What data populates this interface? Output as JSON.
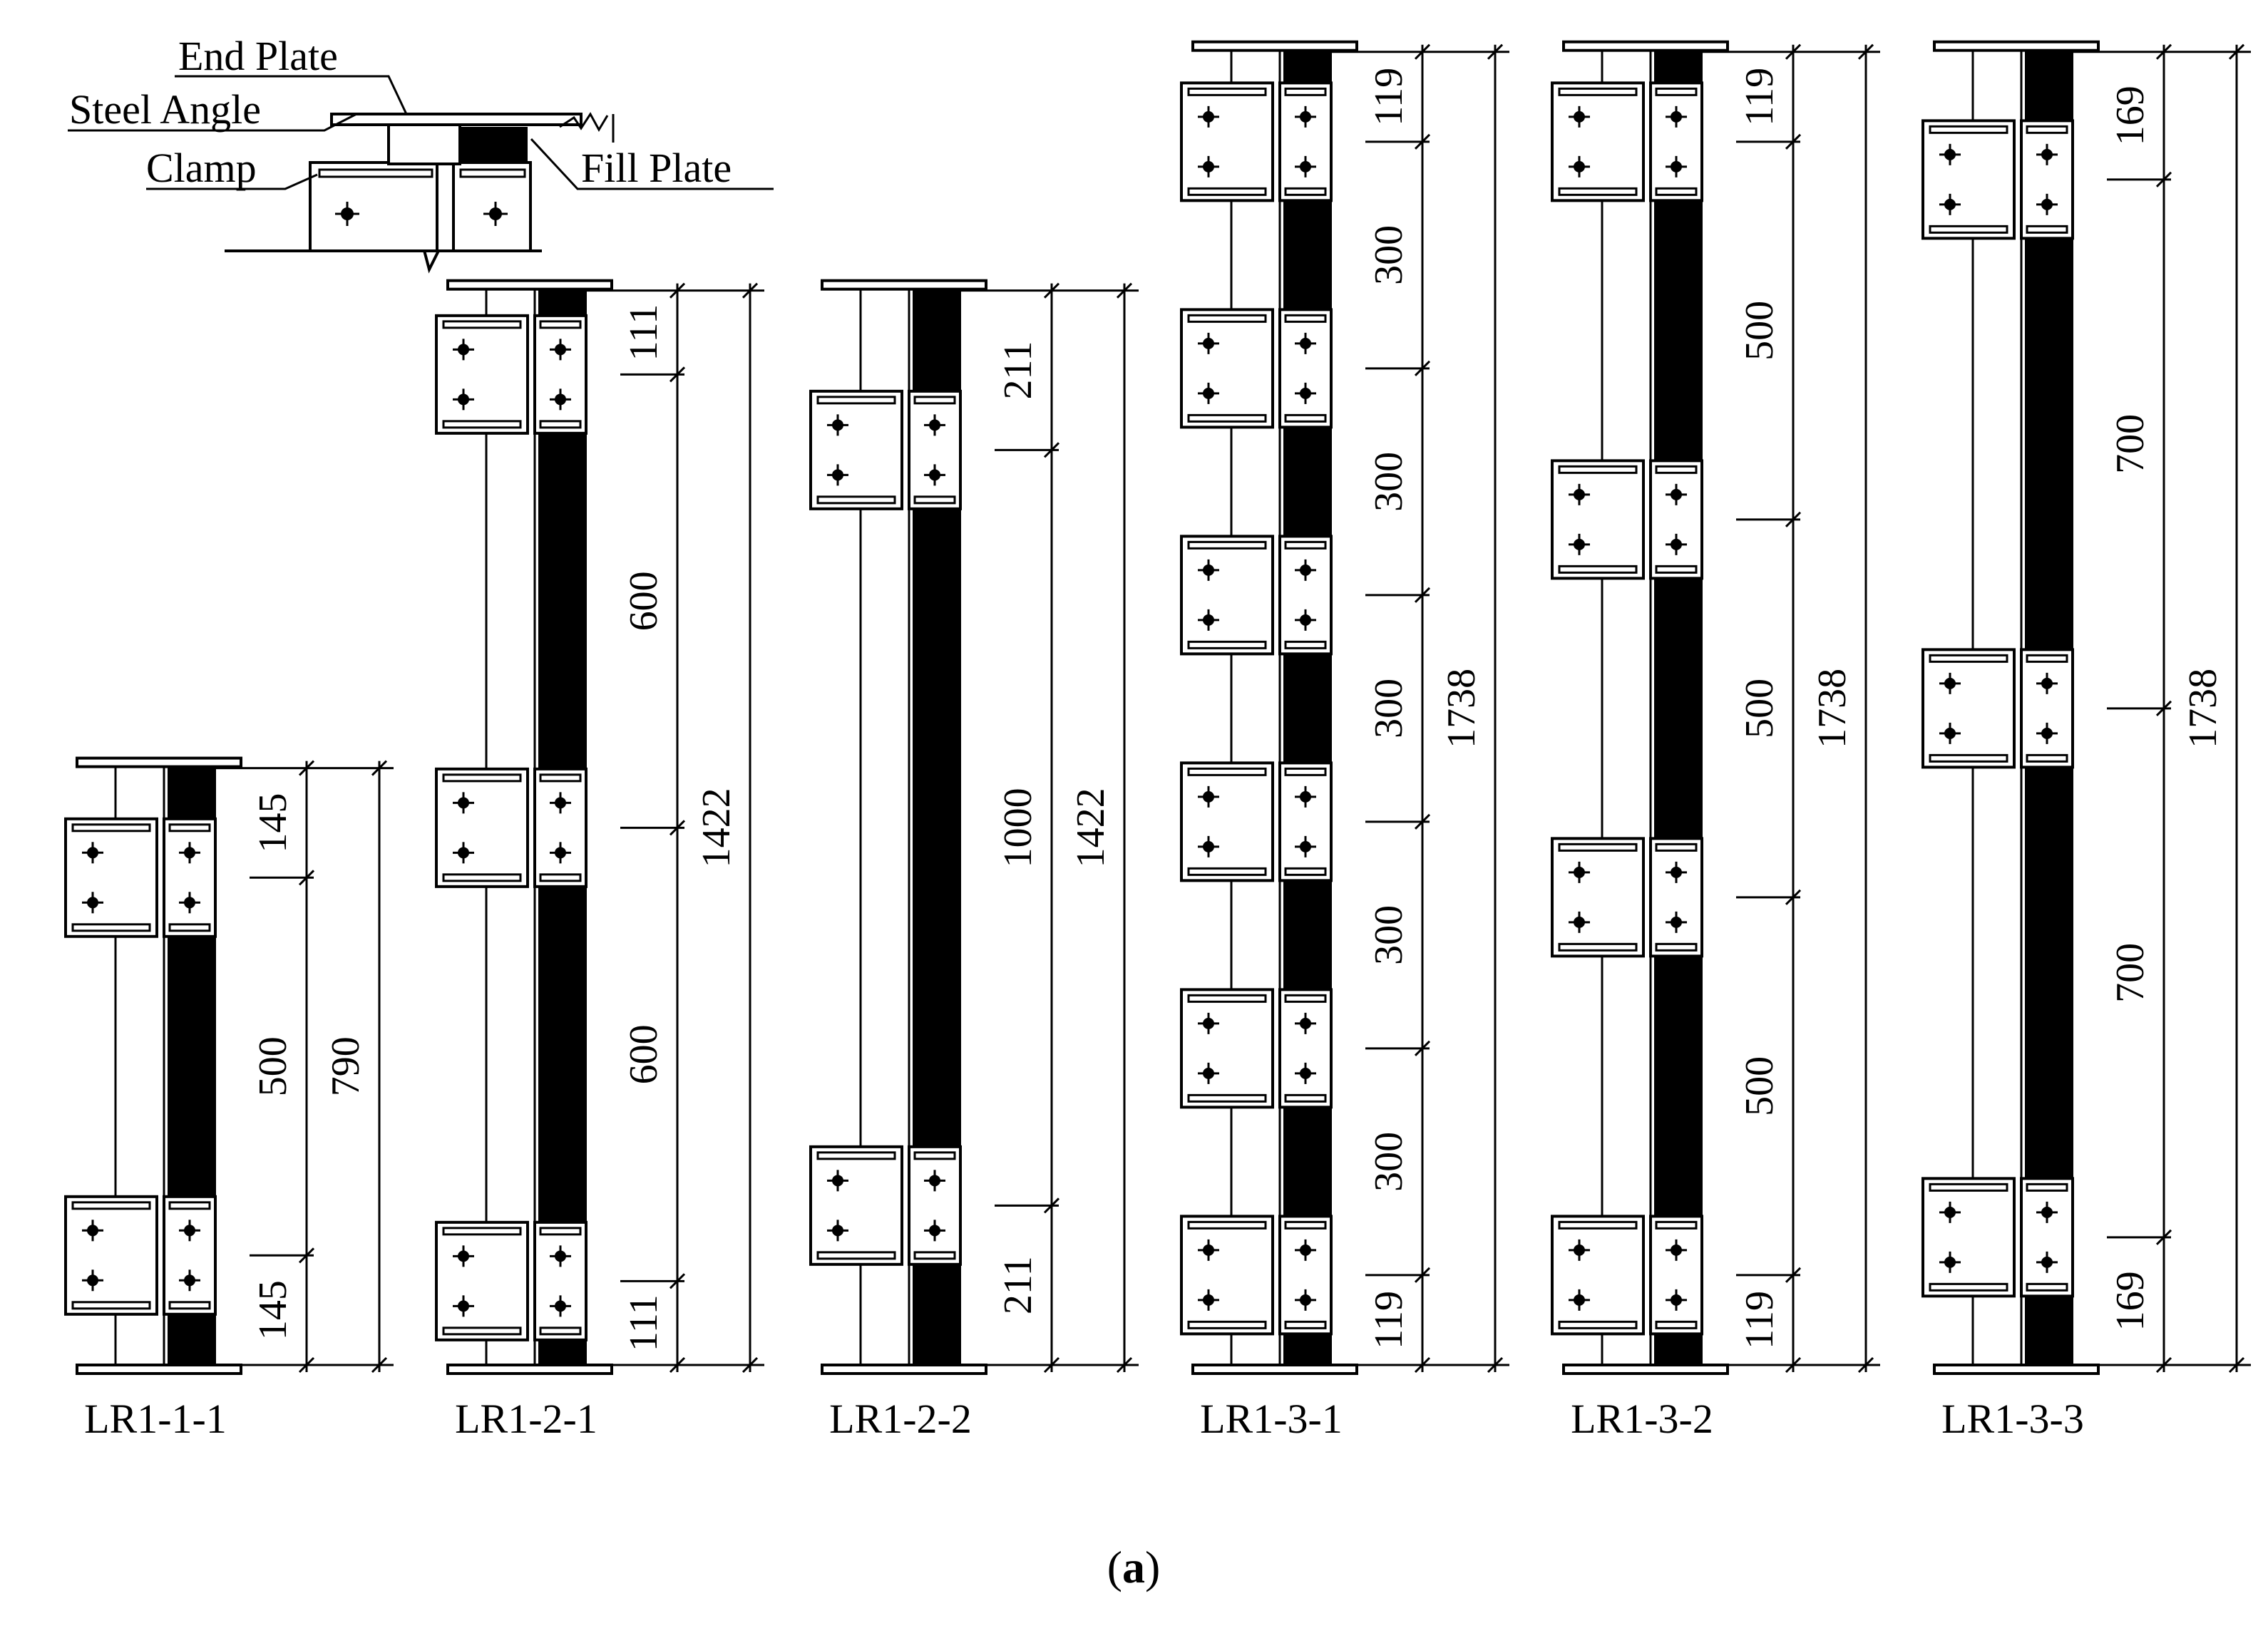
{
  "legend": {
    "end_plate": "End Plate",
    "steel_angle": "Steel Angle",
    "clamp": "Clamp",
    "fill_plate": "Fill Plate"
  },
  "specimens": [
    {
      "label": "LR1-1-1",
      "segments": [
        "145",
        "500",
        "145"
      ],
      "total": "790",
      "clamp_positions_mm": [
        145,
        645
      ],
      "length_mm": 790
    },
    {
      "label": "LR1-2-1",
      "segments": [
        "111",
        "600",
        "600",
        "111"
      ],
      "total": "1422",
      "clamp_positions_mm": [
        111,
        711,
        1311
      ],
      "length_mm": 1422
    },
    {
      "label": "LR1-2-2",
      "segments": [
        "211",
        "1000",
        "211"
      ],
      "total": "1422",
      "clamp_positions_mm": [
        211,
        1211
      ],
      "length_mm": 1422
    },
    {
      "label": "LR1-3-1",
      "segments": [
        "119",
        "300",
        "300",
        "300",
        "300",
        "300",
        "119"
      ],
      "total": "1738",
      "clamp_positions_mm": [
        119,
        419,
        719,
        1019,
        1319,
        1619
      ],
      "length_mm": 1738
    },
    {
      "label": "LR1-3-2",
      "segments": [
        "119",
        "500",
        "500",
        "500",
        "119"
      ],
      "total": "1738",
      "clamp_positions_mm": [
        119,
        619,
        1119,
        1619
      ],
      "length_mm": 1738
    },
    {
      "label": "LR1-3-3",
      "segments": [
        "169",
        "700",
        "700",
        "169"
      ],
      "total": "1738",
      "clamp_positions_mm": [
        169,
        869,
        1569
      ],
      "length_mm": 1738
    }
  ],
  "caption": {
    "open": "(",
    "letter": "a",
    "close": ")"
  }
}
